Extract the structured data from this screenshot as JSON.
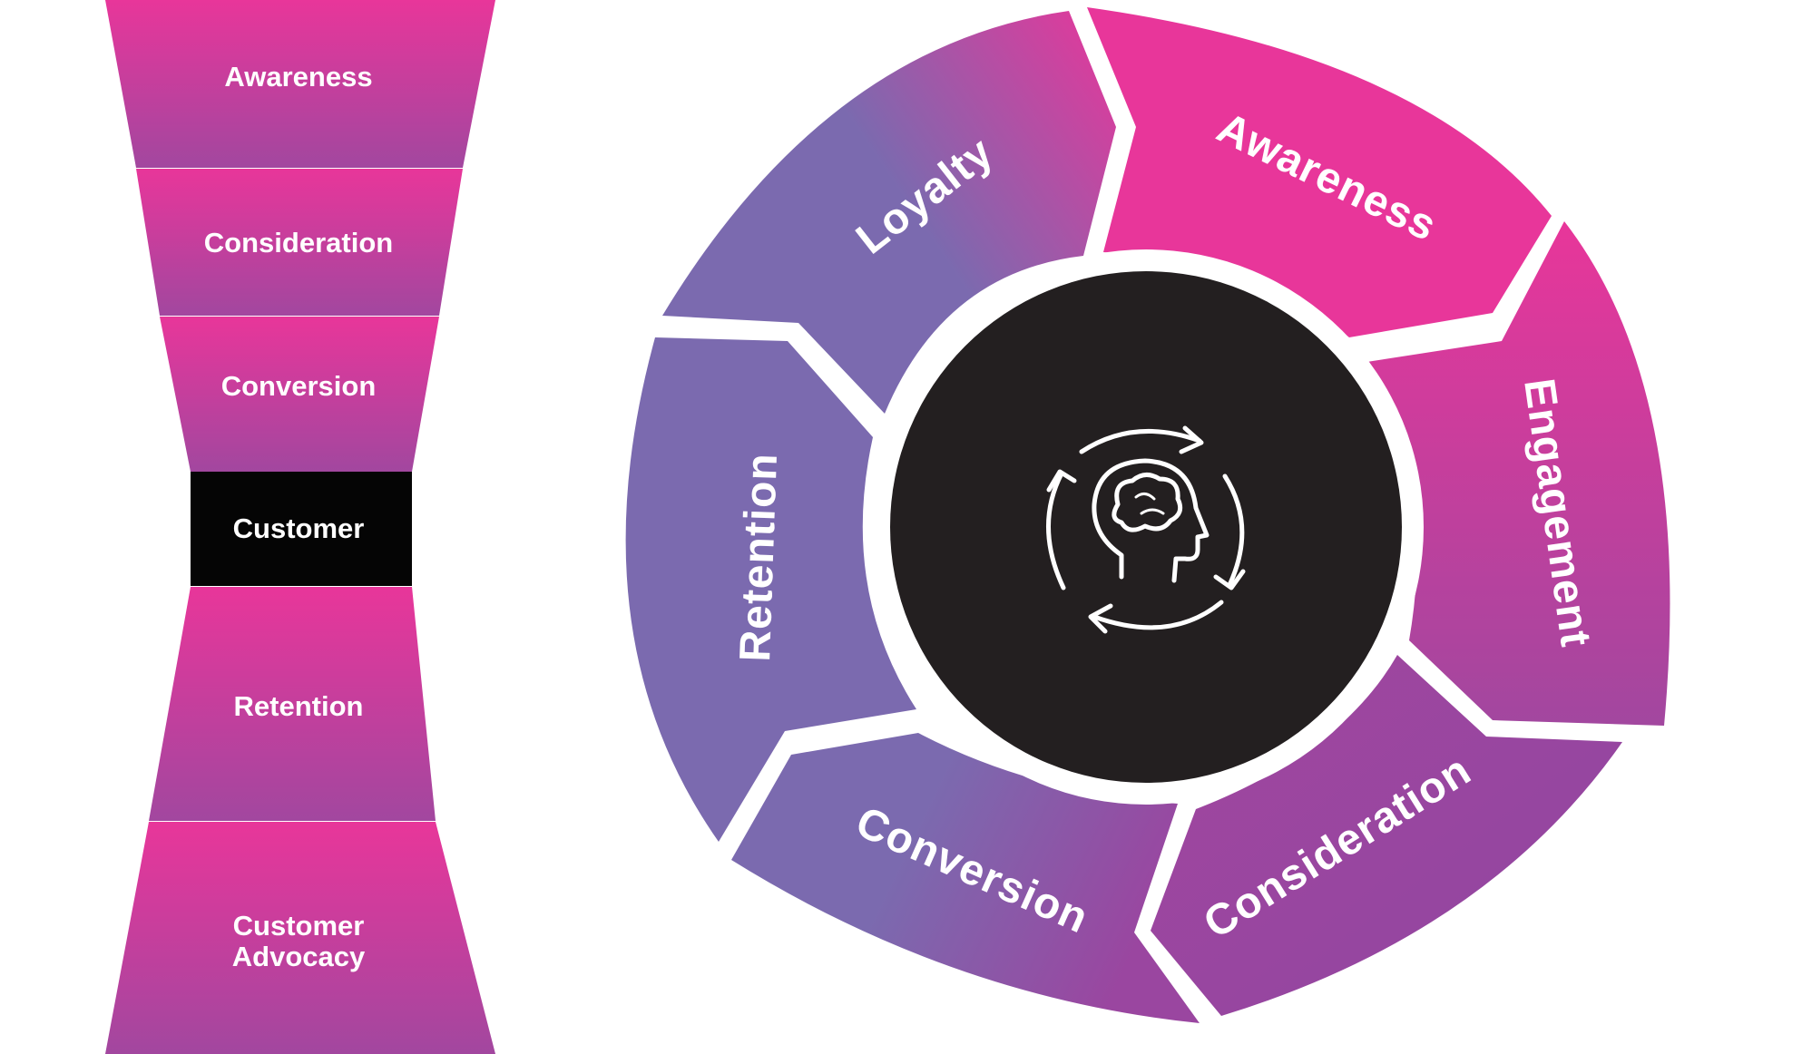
{
  "funnel": {
    "stages": [
      {
        "label": "Awareness"
      },
      {
        "label": "Consideration"
      },
      {
        "label": "Conversion"
      },
      {
        "label": "Customer"
      },
      {
        "label": "Retention"
      },
      {
        "label": "Customer",
        "label2": "Advocacy"
      }
    ]
  },
  "wheel": {
    "segments": [
      {
        "label": "Awareness"
      },
      {
        "label": "Engagement"
      },
      {
        "label": "Consideration"
      },
      {
        "label": "Conversion"
      },
      {
        "label": "Retention"
      },
      {
        "label": "Loyalty"
      }
    ],
    "center_icon": "head-brain-cycle-icon"
  },
  "colors": {
    "pink": "#E8369A",
    "purple": "#9A46A0",
    "violet": "#7B6AAF",
    "black": "#050505",
    "center": "#231F20"
  }
}
